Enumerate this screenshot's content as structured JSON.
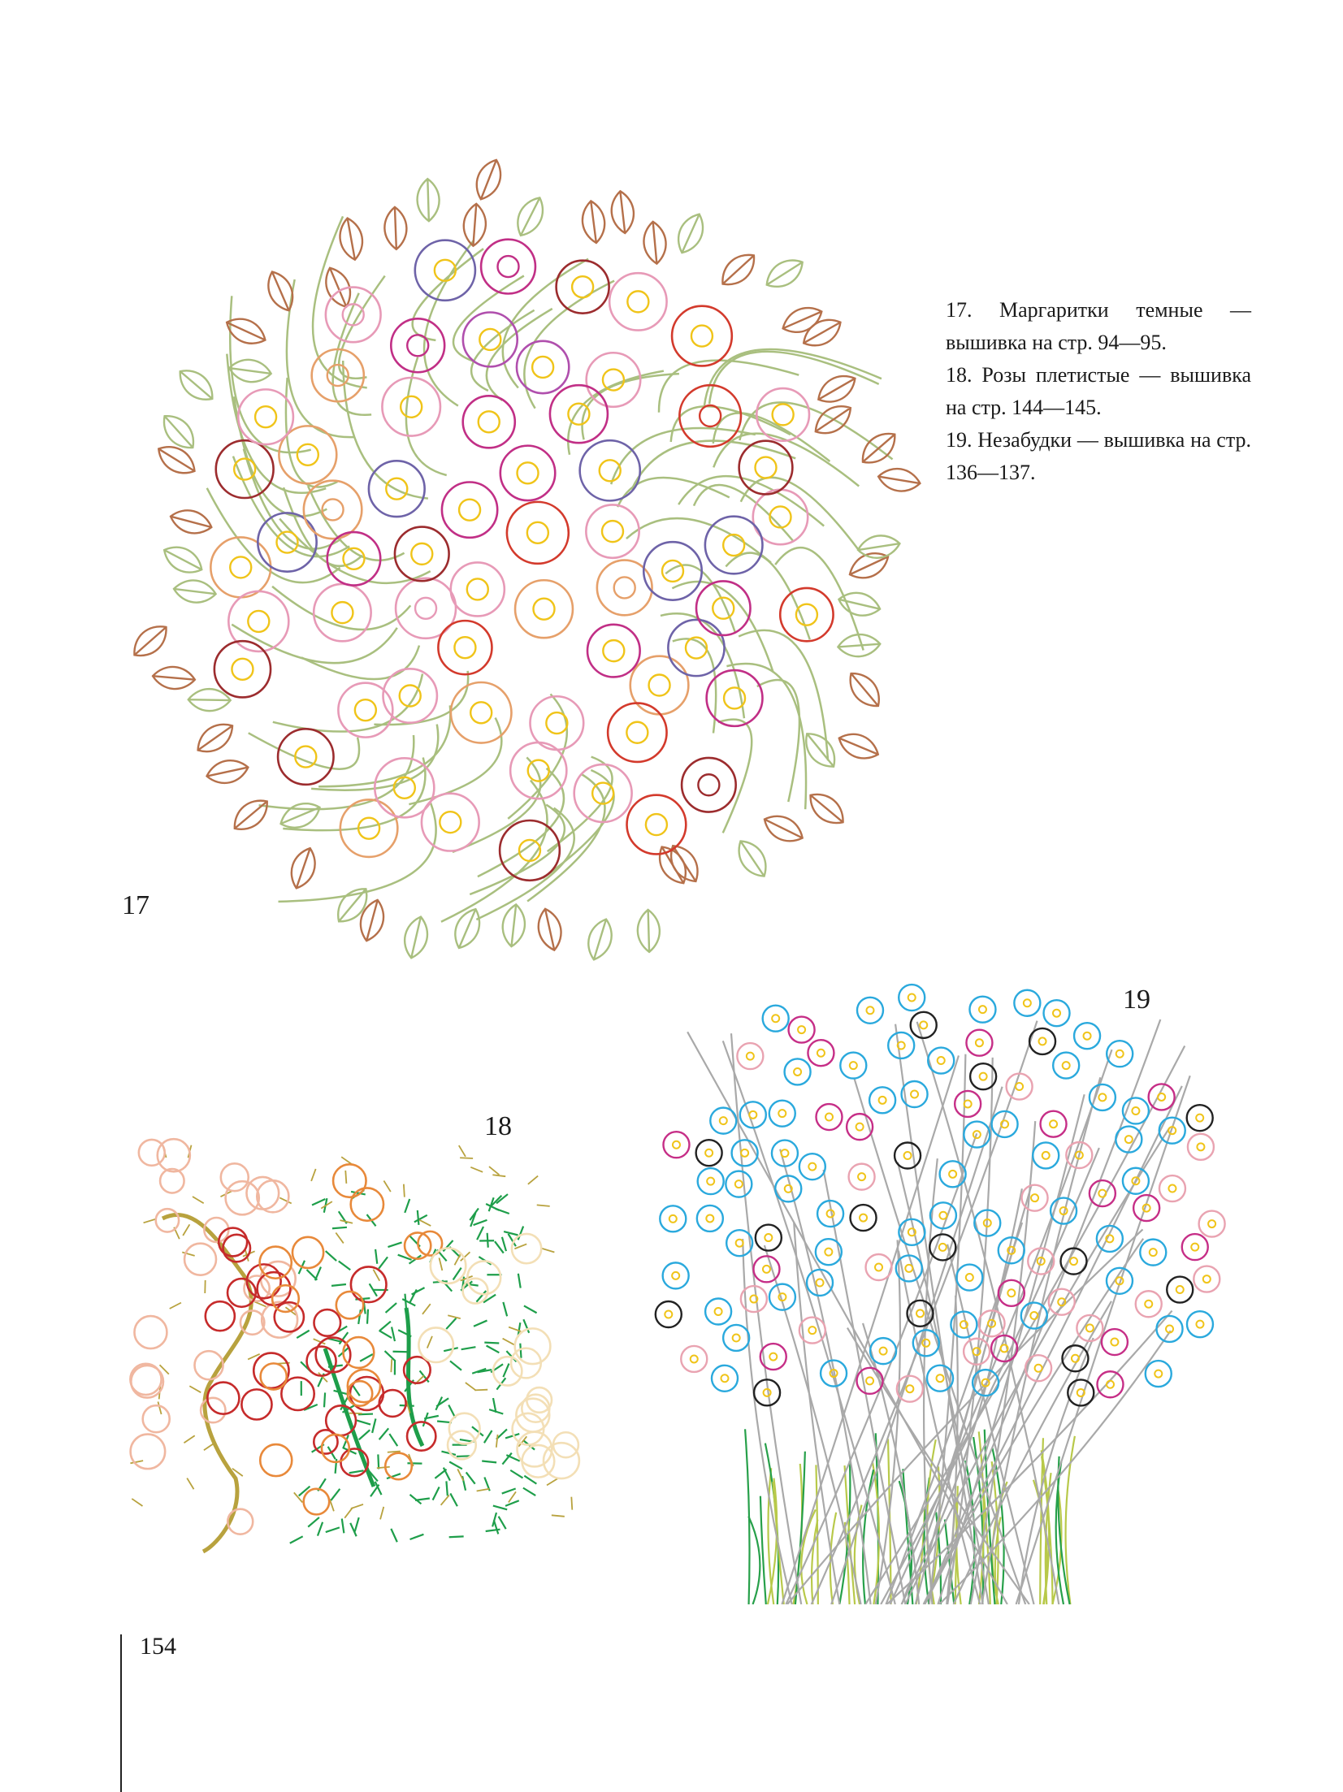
{
  "figures": [
    {
      "number": "17"
    },
    {
      "number": "18"
    },
    {
      "number": "19"
    }
  ],
  "captions": [
    "17. Маргаритки темные — вышивка на стр. 94—95.",
    "18. Розы плетистые — вышивка на стр. 144—145.",
    "19. Незабудки — вышивка на стр. 136—137."
  ],
  "page_number": "154",
  "colors": {
    "leaf_green": "#a9bf7f",
    "leaf_brown": "#b5704a",
    "flower_center": "#f0c419",
    "pink": "#e79ab7",
    "orange": "#e6a06a",
    "red": "#d33a2c",
    "dark_red": "#9c2c2e",
    "magenta": "#c12f86",
    "purple": "#b04fad",
    "violet": "#6e63a8",
    "rose_green": "#1e9e4a",
    "rose_stem": "#b8a23e",
    "rose_red": "#c62b2b",
    "rose_orange": "#e8893a",
    "rose_peach": "#f0b7a0",
    "rose_cream": "#f3dfb6",
    "forget_blue": "#2aa9dd",
    "forget_black": "#222222",
    "forget_pink": "#e9a3b1",
    "forget_magenta": "#c62e87",
    "forget_stem": "#a9a9a9",
    "forget_grass": "#27a04a"
  }
}
